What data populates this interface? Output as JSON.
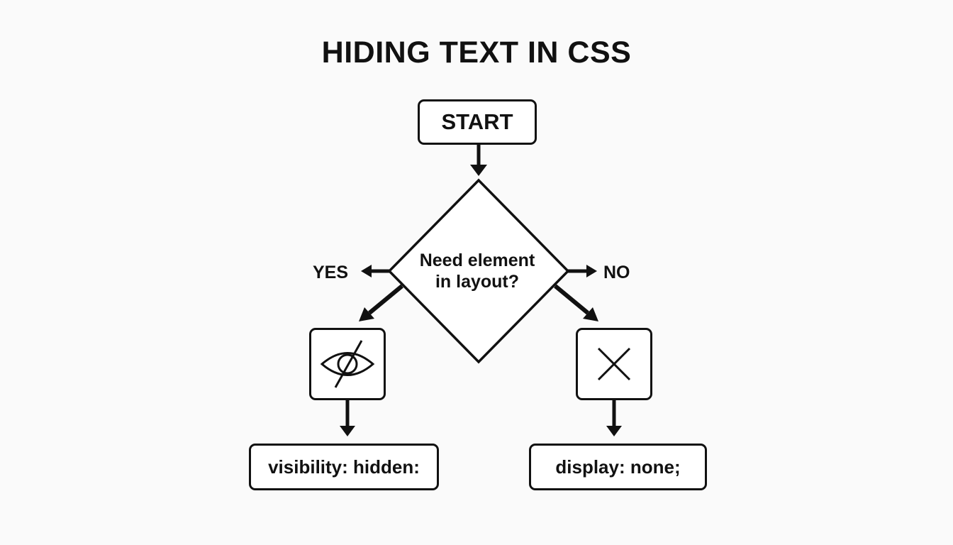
{
  "title": "HIDING TEXT IN CSS",
  "start": "START",
  "decision": {
    "line1": "Need element",
    "line2": "in layout?"
  },
  "branches": {
    "yes_label": "YES",
    "no_label": "NO"
  },
  "icons": {
    "yes_icon": "eye-slash-icon",
    "no_icon": "x-cross-icon"
  },
  "results": {
    "yes": "visibility: hidden:",
    "no": "display: none;"
  },
  "colors": {
    "stroke": "#111111",
    "background": "#fafafa"
  }
}
